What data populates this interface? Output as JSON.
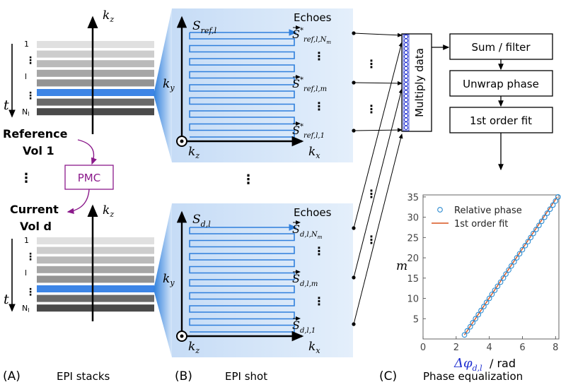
{
  "panel_a": {
    "caption_letter": "(A)",
    "caption": "EPI stacks",
    "kz": "k",
    "kz_sub": "z",
    "t_label": "t",
    "slice_labels": [
      "1",
      "⋮",
      "l",
      "⋮",
      "N",
      "l"
    ],
    "reference": "Reference",
    "vol1": "Vol 1",
    "pmc": "PMC",
    "dots": "⋮",
    "current": "Current",
    "vold": "Vol d",
    "colors": {
      "highlight": "#3d85e6",
      "pmc": "#8b1a8b"
    }
  },
  "panel_b": {
    "caption_letter": "(B)",
    "caption": "EPI shot",
    "top": {
      "S": "S",
      "S_sub": "ref,l",
      "echoes": "Echoes",
      "ky": "k",
      "ky_sub": "y",
      "kx": "k",
      "kx_sub": "x",
      "kz": "k",
      "kz_sub": "z",
      "echo_labels": [
        {
          "main": "S",
          "sup": "*",
          "sub": "ref,l,N",
          "subsub": "m"
        },
        {
          "main": "S",
          "sup": "*",
          "sub": "ref,l,m",
          "subsub": ""
        },
        {
          "main": "S",
          "sup": "*",
          "sub": "ref,l,1",
          "subsub": ""
        }
      ]
    },
    "bottom": {
      "S": "S",
      "S_sub": "d,l",
      "echoes": "Echoes",
      "ky": "k",
      "ky_sub": "y",
      "kx": "k",
      "kx_sub": "x",
      "kz": "k",
      "kz_sub": "z",
      "echo_labels": [
        {
          "main": "S",
          "sup": "",
          "sub": "d,l,N",
          "subsub": "m"
        },
        {
          "main": "S",
          "sup": "",
          "sub": "d,l,m",
          "subsub": ""
        },
        {
          "main": "S",
          "sup": "",
          "sub": "d,l,1",
          "subsub": ""
        }
      ]
    },
    "dots": "⋮",
    "colors": {
      "trajectory": "#2f7fdc",
      "background": "#d7e7f9"
    }
  },
  "panel_c": {
    "caption_letter": "(C)",
    "caption": "Phase equalization",
    "multiply": "Multiply data",
    "sum_filter": "Sum / filter",
    "unwrap": "Unwrap phase",
    "fit": "1st order fit",
    "colors": {
      "marker": "#2a8ad0",
      "fit": "#d9541e",
      "delta": "#1f2fd0"
    }
  },
  "chart_data": {
    "type": "scatter",
    "xlabel": "Δφ",
    "xlabel_sub": "d,l",
    "xlabel_unit": "/  rad",
    "ylabel": "m",
    "xlim": [
      0,
      8.2
    ],
    "ylim": [
      0,
      35.5
    ],
    "xticks": [
      "0",
      "2",
      "4",
      "6",
      "8"
    ],
    "yticks": [
      "5",
      "10",
      "15",
      "20",
      "25",
      "30",
      "35"
    ],
    "legend": [
      "Relative phase",
      "1st order fit"
    ],
    "legend_position": "top-left",
    "fit_line": {
      "x": [
        2.5,
        8.1
      ],
      "y": [
        1,
        35
      ]
    },
    "series": [
      {
        "name": "Relative phase",
        "x": [
          2.5,
          2.67,
          2.85,
          3.0,
          3.17,
          3.34,
          3.5,
          3.67,
          3.83,
          4.0,
          4.16,
          4.33,
          4.5,
          4.68,
          4.85,
          5.0,
          5.17,
          5.33,
          5.5,
          5.66,
          5.83,
          6.0,
          6.17,
          6.34,
          6.5,
          6.66,
          6.83,
          7.0,
          7.16,
          7.34,
          7.5,
          7.67,
          7.84,
          8.0,
          8.15
        ],
        "y": [
          1,
          2,
          3,
          4,
          5,
          6,
          7,
          8,
          9,
          10,
          11,
          12,
          13,
          14,
          15,
          16,
          17,
          18,
          19,
          20,
          21,
          22,
          23,
          24,
          25,
          26,
          27,
          28,
          29,
          30,
          31,
          32,
          33,
          34,
          35
        ]
      }
    ]
  }
}
